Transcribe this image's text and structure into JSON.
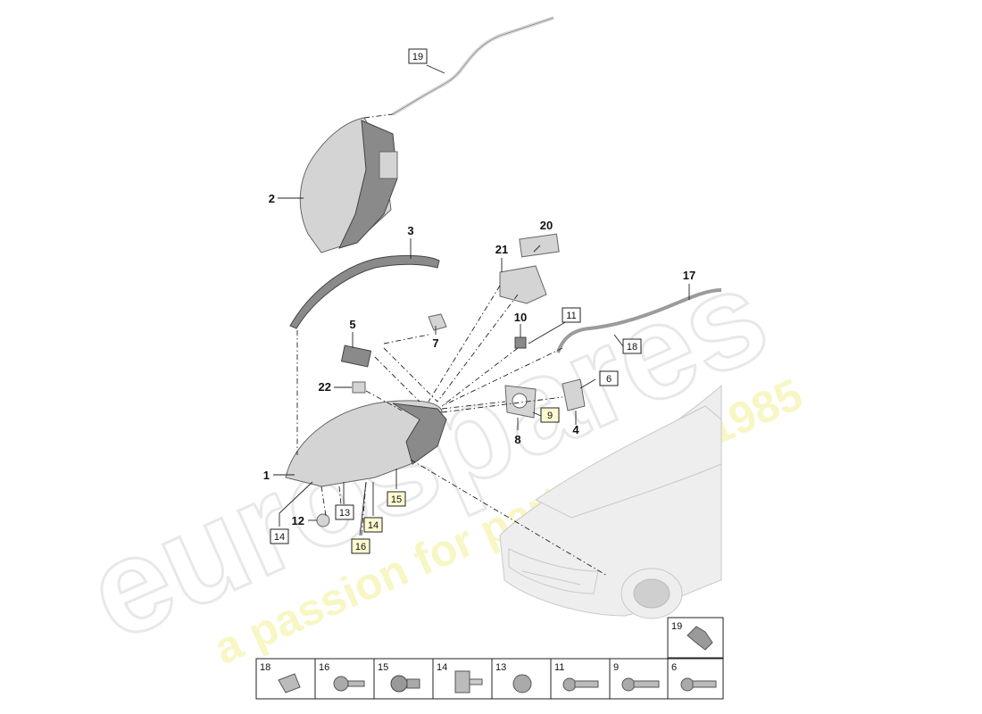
{
  "watermark": {
    "brand": "eurospares",
    "tagline": "a passion for parts since 1985"
  },
  "plain_labels": {
    "l1": "1",
    "l2": "2",
    "l3": "3",
    "l4": "4",
    "l5": "5",
    "l7": "7",
    "l8": "8",
    "l10": "10",
    "l12": "12",
    "l17": "17",
    "l20": "20",
    "l21": "21",
    "l22": "22"
  },
  "boxed_labels": {
    "b19": "19",
    "b11": "11",
    "b18": "18",
    "b6": "6",
    "b9": "9",
    "b13": "13",
    "b14a": "14",
    "b14b": "14",
    "b15": "15",
    "b16": "16"
  },
  "legend": {
    "top": "19",
    "bottom": [
      "18",
      "16",
      "15",
      "14",
      "13",
      "11",
      "9",
      "6"
    ]
  }
}
